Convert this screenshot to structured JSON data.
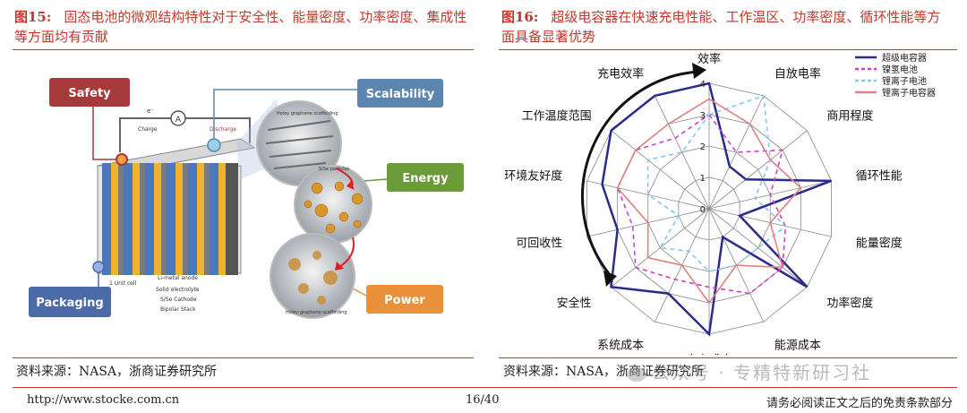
{
  "left_figure": {
    "number": "图15:",
    "title": "固态电池的微观结构特性对于安全性、能量密度、功率密度、集成性等方面均有贡献",
    "callouts": {
      "safety": "Safety",
      "scalability": "Scalability",
      "energy": "Energy",
      "power": "Power",
      "packaging": "Packaging"
    },
    "small_labels": {
      "charge": "Charge",
      "discharge": "Discharge",
      "ammeter": "A",
      "electron": "e⁻",
      "unit_cell": "1 Unit cell",
      "li_anode": "Li-metal anode",
      "solid_electrolyte": "Solid electrolyte",
      "cathode": "S/Se Cathode",
      "bipolar_stack": "Bipolar Stack",
      "particles": "S/Se particles",
      "scaffold_top": "Holey graphene scaffolding",
      "scaffold_bot": "Holey graphene scaffolding"
    },
    "source": "资料来源：NASA，浙商证券研究所",
    "colors": {
      "safety": "#a63a3a",
      "scalability": "#5a86b0",
      "energy": "#6a9a3a",
      "power": "#e8903a",
      "packaging": "#4a6aa8"
    }
  },
  "right_figure": {
    "number": "图16:",
    "title": "超级电容器在快速充电性能、工作温区、功率密度、循环性能等方面具备显著优势",
    "source": "资料来源：NASA，浙商证券研究所"
  },
  "chart_data": {
    "type": "radar",
    "axes": [
      "效率",
      "自放电率",
      "商用程度",
      "循环性能",
      "能量密度",
      "功率密度",
      "能源成本",
      "电力成本",
      "系统成本",
      "安全性",
      "可回收性",
      "环境友好度",
      "工作温度范围",
      "充电效率"
    ],
    "rlim": [
      0,
      4
    ],
    "ticks": [
      0,
      1,
      2,
      3,
      4
    ],
    "series": [
      {
        "name": "超级电容器",
        "color": "#2b2b8c",
        "dash": "solid",
        "values": [
          4,
          1.5,
          1.5,
          4,
          1,
          4,
          1,
          4,
          3,
          4,
          3,
          3.5,
          4,
          4
        ]
      },
      {
        "name": "镍氢电池",
        "color": "#d040c8",
        "dash": "dashed",
        "values": [
          3,
          2,
          3,
          2,
          2.5,
          3,
          3,
          2.5,
          2.5,
          3,
          2.5,
          3,
          3,
          2.5
        ]
      },
      {
        "name": "锂离子电池",
        "color": "#80c8f0",
        "dash": "dashed",
        "values": [
          3,
          4,
          2.5,
          1.5,
          2.5,
          2,
          2,
          2,
          1.5,
          2,
          1,
          2,
          2.5,
          2
        ]
      },
      {
        "name": "锂离子电容器",
        "color": "#e08080",
        "dash": "solid",
        "values": [
          3.5,
          3,
          2.5,
          3,
          2,
          3,
          2,
          3,
          2,
          2.5,
          2,
          3,
          3,
          3
        ]
      }
    ]
  },
  "footer": {
    "url": "http://www.stocke.com.cn",
    "page": "16/40",
    "disclaimer": "请务必阅读正文之后的免责条款部分"
  },
  "watermark": {
    "text": "公众号 · 专精特新研习社"
  }
}
